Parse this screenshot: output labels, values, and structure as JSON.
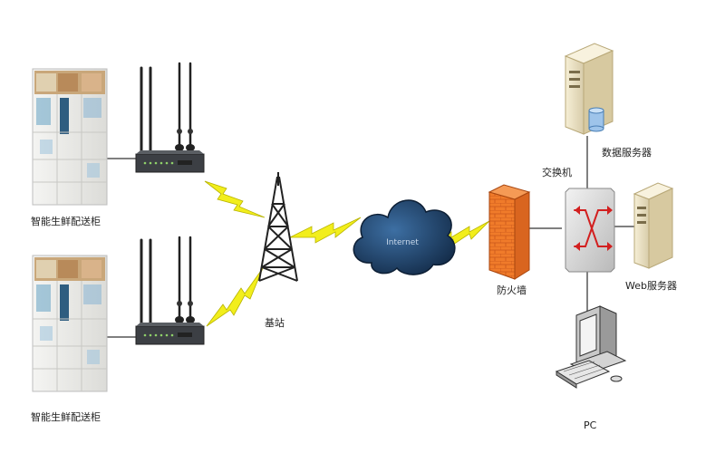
{
  "labels": {
    "locker_top": "智能生鲜配送柜",
    "locker_bottom": "智能生鲜配送柜",
    "base_station": "基站",
    "internet": "Internet",
    "firewall": "防火墙",
    "switch": "交换机",
    "db_server": "数据服务器",
    "web_server": "Web服务器",
    "pc": "PC"
  },
  "icons": {
    "locker": "smart-fresh-locker-icon",
    "router": "4g-router-icon",
    "tower": "base-station-tower-icon",
    "cloud": "internet-cloud-icon",
    "firewall": "firewall-brick-icon",
    "switch": "network-switch-icon",
    "server": "server-tower-icon",
    "pc": "desktop-pc-icon",
    "signal": "lightning-signal-icon"
  },
  "colors": {
    "lightning": "#f2ee1c",
    "cloud": "#1f3f66",
    "firewall": "#f07b2a",
    "server": "#ece3c8",
    "line": "#444444"
  }
}
